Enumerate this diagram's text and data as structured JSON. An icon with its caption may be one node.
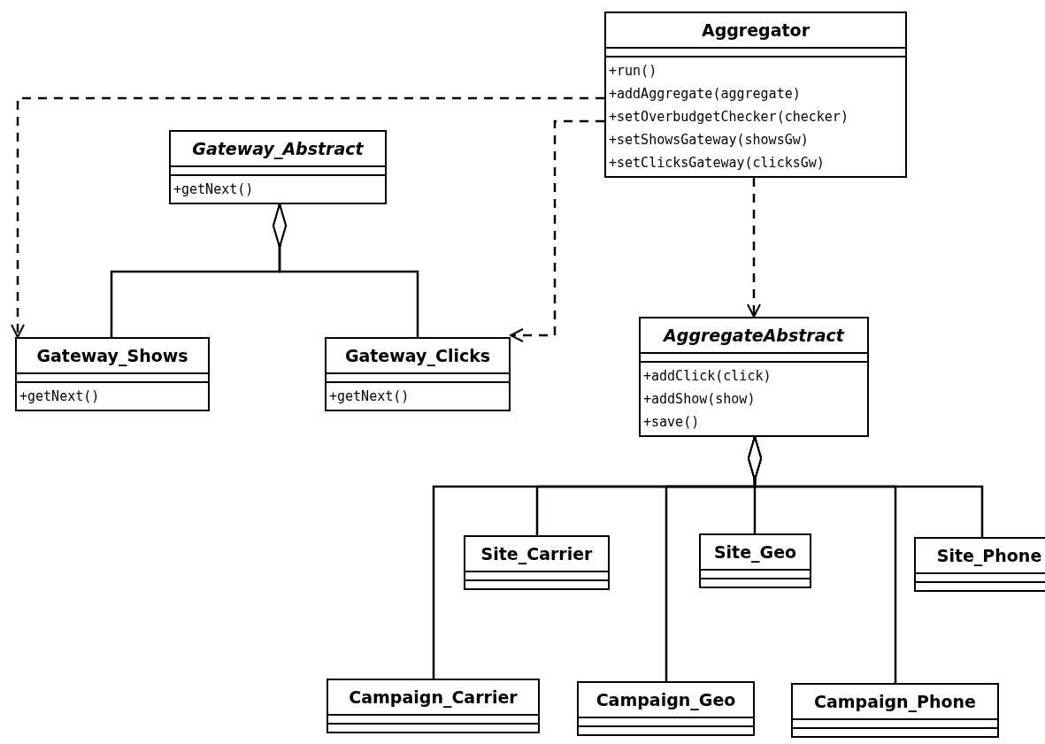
{
  "diagram": {
    "nodes": [
      {
        "text": [
          "Aggregator",
          "+run()",
          "+addAggregate(aggregate)",
          "+setOverbudgetChecker(checker)",
          "+setShowsGateway(showsGw)",
          "+setClicksGateway(clicksGw)"
        ]
      },
      {
        "text": [
          "Gateway_Abstract",
          "+getNext()"
        ]
      },
      {
        "text": [
          "Gateway_Shows",
          "+getNext()"
        ]
      },
      {
        "text": [
          "Gateway_Clicks",
          "+getNext()"
        ]
      },
      {
        "text": [
          "AggregateAbstract",
          "+addClick(click)",
          "+addShow(show)",
          "+save()"
        ]
      },
      {
        "text": [
          "Site_Carrier"
        ]
      },
      {
        "text": [
          "Site_Geo"
        ]
      },
      {
        "text": [
          "Site_Phone"
        ]
      },
      {
        "text": [
          "Campaign_Carrier"
        ]
      },
      {
        "text": [
          "Campaign_Geo"
        ]
      },
      {
        "text": [
          "Campaign_Phone"
        ]
      }
    ],
    "edges": [
      {
        "from": 0,
        "to": 2,
        "arrow": "to",
        "style": "dashed"
      },
      {
        "from": 0,
        "to": 3,
        "arrow": "to",
        "style": "dashed"
      },
      {
        "from": 0,
        "to": 4,
        "arrow": "to",
        "style": "dashed"
      },
      {
        "from": 2,
        "to": 1,
        "arrow": "other"
      },
      {
        "from": 3,
        "to": 1,
        "arrow": "other"
      },
      {
        "from": 8,
        "to": 4,
        "arrow": "other"
      },
      {
        "from": 5,
        "to": 4,
        "arrow": "other"
      },
      {
        "from": 9,
        "to": 4,
        "arrow": "other"
      },
      {
        "from": 6,
        "to": 4,
        "arrow": "other"
      },
      {
        "from": 10,
        "to": 4,
        "arrow": "other"
      },
      {
        "from": 7,
        "to": 4,
        "arrow": "other"
      }
    ]
  }
}
